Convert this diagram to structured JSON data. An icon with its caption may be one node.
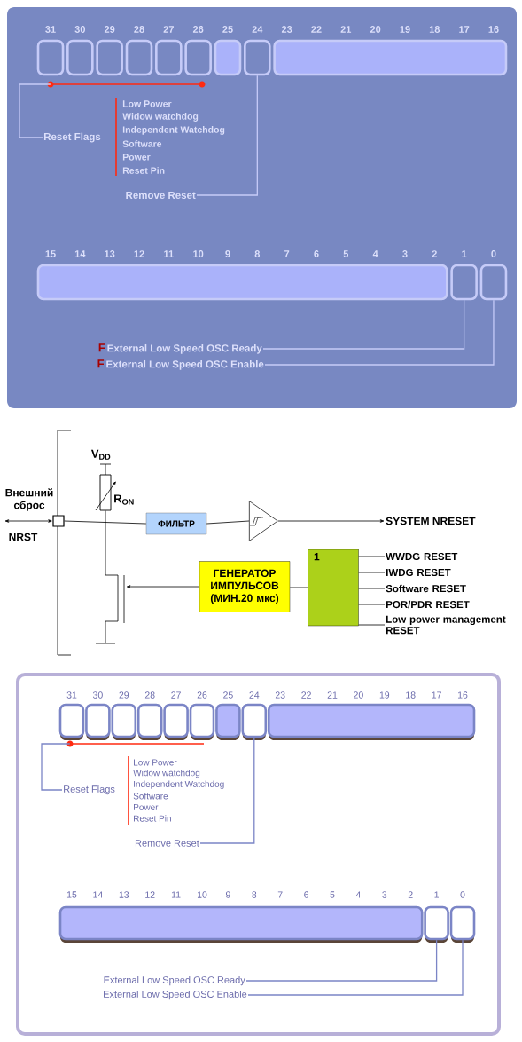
{
  "diagram": {
    "nodes": [
      {
        "text": [],
        "shape": "box"
      },
      {
        "text": [],
        "shape": "box"
      },
      {
        "text": [],
        "shape": "box"
      },
      {
        "text": [],
        "shape": "box"
      },
      {
        "text": [],
        "shape": "box"
      },
      {
        "text": [],
        "shape": "box"
      },
      {
        "text": [],
        "shape": "box"
      },
      {
        "text": [],
        "shape": "box"
      },
      {
        "text": [],
        "shape": "box"
      },
      {
        "text": [
          "Reset Flags"
        ]
      },
      {
        "text": [
          "Remove Reset"
        ]
      },
      {
        "text": [],
        "shape": "box"
      },
      {
        "text": [],
        "shape": "box"
      },
      {
        "text": [],
        "shape": "box"
      },
      {
        "text": [
          "F",
          "External Low Speed OSC Ready"
        ]
      },
      {
        "text": [
          "F",
          "External Low Speed OSC Enable"
        ]
      },
      {
        "text": [],
        "shape": "box",
        "beside": [
          "Внешний сброс",
          "NRST"
        ]
      },
      {
        "text": [],
        "shape": "resistor",
        "beside": [
          "R$_{ON}$"
        ]
      },
      {
        "text": [
          "ФИЛЬТР"
        ]
      },
      {
        "text": [],
        "shape": "triangle"
      },
      {
        "text": [
          "SYSTEM NRESET"
        ]
      },
      {
        "text": [],
        "shape": "transistor"
      },
      {
        "text": [
          "ГЕНЕРАТОР ИМПУЛЬСОВ (МИН.20 мкс)"
        ]
      },
      {
        "text": [
          "1"
        ]
      },
      {
        "text": [
          "WWDG RESET"
        ]
      },
      {
        "text": [
          "IWDG RESET"
        ]
      },
      {
        "text": [
          "Software RESET"
        ]
      },
      {
        "text": [
          "POR/PDR RESET"
        ]
      },
      {
        "text": [
          "Low power management RESET"
        ]
      },
      {
        "text": [],
        "shape": "box"
      },
      {
        "text": [],
        "shape": "box"
      },
      {
        "text": [],
        "shape": "box"
      },
      {
        "text": [],
        "shape": "box"
      },
      {
        "text": [],
        "shape": "box"
      },
      {
        "text": [],
        "shape": "box"
      },
      {
        "text": [],
        "shape": "box"
      },
      {
        "text": [],
        "shape": "box"
      },
      {
        "text": [],
        "shape": "box"
      },
      {
        "text": [
          "Reset Flags"
        ]
      },
      {
        "text": [
          "Remove Reset"
        ]
      },
      {
        "text": [],
        "shape": "box"
      },
      {
        "text": [],
        "shape": "box"
      },
      {
        "text": [],
        "shape": "box"
      },
      {
        "text": [
          "External Low Speed OSC Ready"
        ]
      },
      {
        "text": [
          "External Low Speed OSC Enable"
        ]
      },
      {
        "text": [],
        "shape": "bar"
      },
      {
        "text": [],
        "shape": "bar"
      }
    ],
    "edges": [
      {
        "from": 9,
        "to": 45,
        "arrow": "none",
        "color": "#c6cbf8"
      },
      {
        "from": 10,
        "to": 7,
        "arrow": "none",
        "color": "#c6cbf8"
      },
      {
        "from": 14,
        "to": 12,
        "arrow": "none",
        "color": "#c6cbf8"
      },
      {
        "from": 15,
        "to": 13,
        "arrow": "none",
        "color": "#c6cbf8"
      },
      {
        "from": null,
        "to": 16,
        "arrow": "both"
      },
      {
        "from": 16,
        "to": 18,
        "arrow": "none"
      },
      {
        "from": 17,
        "to": 21,
        "arrow": "none"
      },
      {
        "from": 18,
        "to": 19,
        "arrow": "none"
      },
      {
        "from": 19,
        "to": 20,
        "arrow": "to"
      },
      {
        "from": 22,
        "to": 21,
        "arrow": "to"
      },
      {
        "from": 23,
        "to": 22,
        "arrow": "none"
      },
      {
        "from": 24,
        "to": 23,
        "arrow": "none"
      },
      {
        "from": 25,
        "to": 23,
        "arrow": "none"
      },
      {
        "from": 26,
        "to": 23,
        "arrow": "none"
      },
      {
        "from": 27,
        "to": 23,
        "arrow": "none"
      },
      {
        "from": 28,
        "to": 23,
        "arrow": "none"
      },
      {
        "from": 38,
        "to": 46,
        "arrow": "none",
        "color": "#7b85c6"
      },
      {
        "from": 39,
        "to": 36,
        "arrow": "none",
        "color": "#7b85c6"
      },
      {
        "from": 43,
        "to": 41,
        "arrow": "none",
        "color": "#7b85c6"
      },
      {
        "from": 44,
        "to": 42,
        "arrow": "none",
        "color": "#7b85c6"
      }
    ],
    "labels": [
      "31",
      "30",
      "29",
      "28",
      "27",
      "26",
      "25",
      "24",
      "23",
      "22",
      "21",
      "20",
      "19",
      "18",
      "17",
      "16",
      "Low Power",
      "Widow watchdog",
      "Independent Watchdog",
      "Software",
      "Power",
      "Reset Pin",
      "15",
      "14",
      "13",
      "12",
      "11",
      "10",
      "9",
      "8",
      "7",
      "6",
      "5",
      "4",
      "3",
      "2",
      "1",
      "0",
      "V$_{DD}$",
      "31",
      "30",
      "29",
      "28",
      "27",
      "26",
      "25",
      "24",
      "23",
      "22",
      "21",
      "20",
      "19",
      "18",
      "17",
      "16",
      "Low Power",
      "Widow watchdog",
      "Independent Watchdog",
      "Software",
      "Power",
      "Reset Pin",
      "15",
      "14",
      "13",
      "12",
      "11",
      "10",
      "9",
      "8",
      "7",
      "6",
      "5",
      "4",
      "3",
      "2",
      "1",
      "0"
    ]
  }
}
